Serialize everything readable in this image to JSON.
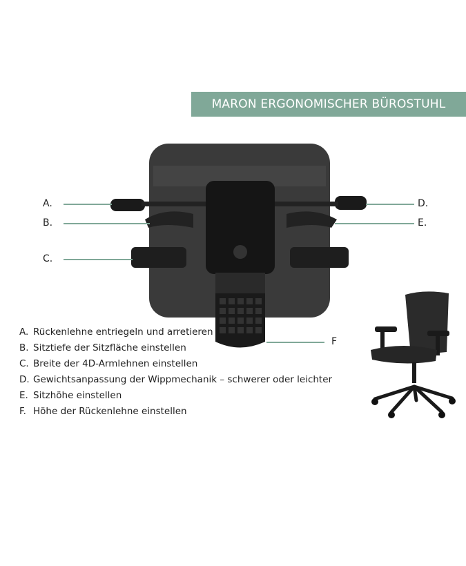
{
  "banner": {
    "title": "MARON ERGONOMISCHER BÜROSTUHL",
    "color": "#80a898"
  },
  "callouts": {
    "a": "A.",
    "b": "B.",
    "c": "C.",
    "d": "D.",
    "e": "E.",
    "f": "F"
  },
  "features": [
    {
      "key": "A.",
      "text": "Rückenlehne entriegeln und arretieren"
    },
    {
      "key": "B.",
      "text": "Sitztiefe der Sitzfläche einstellen"
    },
    {
      "key": "C.",
      "text": "Breite der 4D-Armlehnen einstellen"
    },
    {
      "key": "D.",
      "text": "Gewichtsanpassung der Wippmechanik – schwerer oder leichter"
    },
    {
      "key": "E.",
      "text": "Sitzhöhe einstellen"
    },
    {
      "key": "F.",
      "text": "Höhe der Rückenlehne einstellen"
    }
  ]
}
